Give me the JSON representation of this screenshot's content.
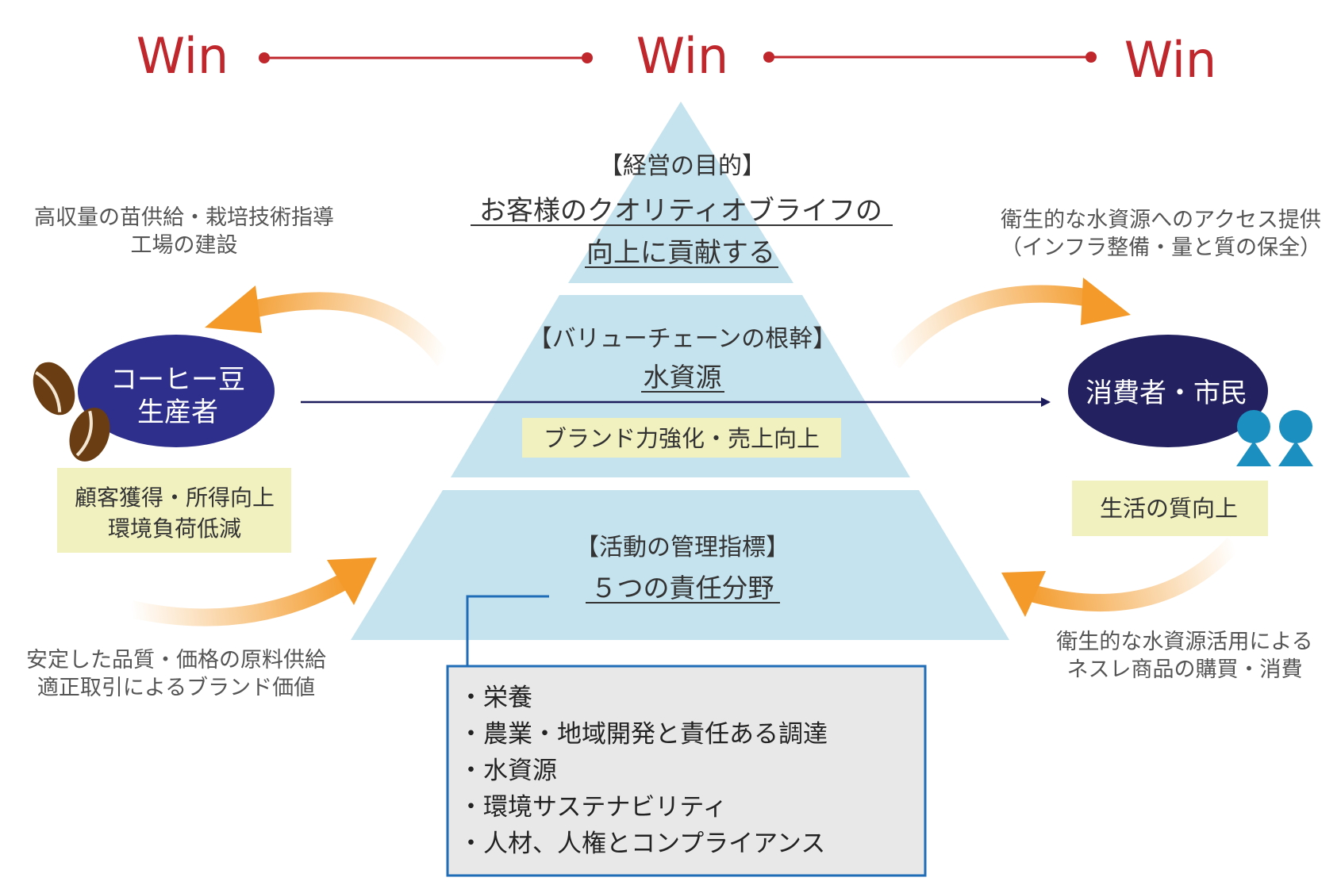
{
  "colors": {
    "win_red": "#c0272d",
    "pyramid_fill": "#c5e3ee",
    "highlight_box": "#f1f1c0",
    "producer_ellipse": "#2e2f8c",
    "consumer_ellipse": "#232160",
    "arrow_orange": "#f39a2a",
    "main_arrow": "#1c1c5c",
    "people_icon": "#1a8fc0",
    "bean_brown": "#6b3d12",
    "list_border": "#1f6db6",
    "list_fill": "#e8e8e8"
  },
  "win": {
    "left": "Win",
    "center": "Win",
    "right": "Win"
  },
  "pyramid": {
    "top": {
      "heading": "【経営の目的】",
      "line1": "お客様のクオリティオブライフの",
      "line2": "向上に貢献する"
    },
    "middle": {
      "heading": "【バリューチェーンの根幹】",
      "subject": "水資源",
      "badge": "ブランド力強化・売上向上"
    },
    "bottom": {
      "heading": "【活動の管理指標】",
      "subject": "５つの責任分野"
    }
  },
  "producer": {
    "line1": "コーヒー豆",
    "line2": "生産者",
    "benefit_line1": "顧客獲得・所得向上",
    "benefit_line2": "環境負荷低減",
    "receives_line1": "高収量の苗供給・栽培技術指導",
    "receives_line2": "工場の建設",
    "provides_line1": "安定した品質・価格の原料供給",
    "provides_line2": "適正取引によるブランド価値"
  },
  "consumer": {
    "label": "消費者・市民",
    "benefit": "生活の質向上",
    "receives_line1": "衛生的な水資源へのアクセス提供",
    "receives_line2": "（インフラ整備・量と質の保全）",
    "provides_line1": "衛生的な水資源活用による",
    "provides_line2": "ネスレ商品の購買・消費"
  },
  "responsibilities": [
    "・栄養",
    "・農業・地域開発と責任ある調達",
    "・水資源",
    "・環境サステナビリティ",
    "・人材、人権とコンプライアンス"
  ]
}
